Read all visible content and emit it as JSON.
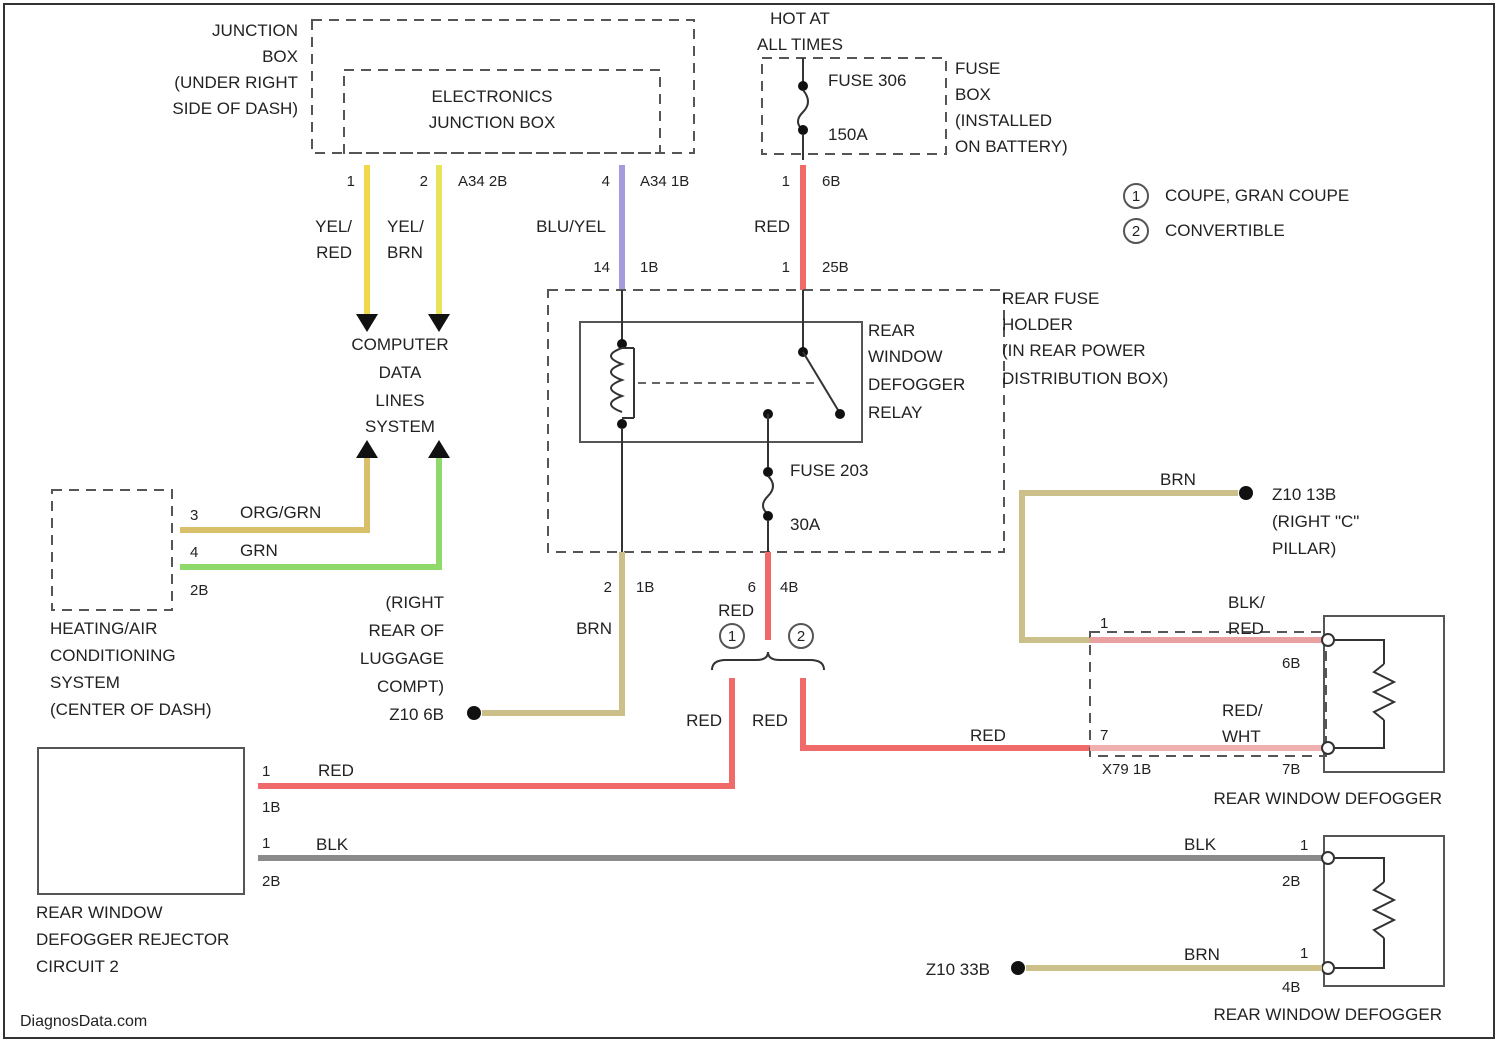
{
  "colors": {
    "yel_red": "#f0d84a",
    "yel_brn": "#e8e45a",
    "blu_yel": "#a49adc",
    "red": "#f06a6a",
    "org_grn": "#d9bf6a",
    "grn": "#8ed96a",
    "brn": "#cbbf8a",
    "blk": "#8a8a8a",
    "blk_red": "#e8a0a0",
    "red_wht": "#f0b0b0"
  },
  "labels": {
    "junction_box": [
      "JUNCTION",
      "BOX",
      "(UNDER RIGHT",
      "SIDE OF DASH)"
    ],
    "ejb": [
      "ELECTRONICS",
      "JUNCTION BOX"
    ],
    "hot_at": [
      "HOT AT",
      "ALL TIMES"
    ],
    "fuse_box": [
      "FUSE",
      "BOX",
      "(INSTALLED",
      "ON BATTERY)"
    ],
    "fuse_306": "FUSE 306",
    "fuse_306_amp": "150A",
    "legend_1_num": "1",
    "legend_1": "COUPE, GRAN COUPE",
    "legend_2_num": "2",
    "legend_2": "CONVERTIBLE",
    "rear_fuse_holder": [
      "REAR FUSE",
      "HOLDER",
      "(IN REAR POWER",
      "DISTRIBUTION BOX)"
    ],
    "relay": [
      "REAR",
      "WINDOW",
      "DEFOGGER",
      "RELAY"
    ],
    "fuse_203": "FUSE 203",
    "fuse_203_amp": "30A",
    "cdl": [
      "COMPUTER",
      "DATA",
      "LINES",
      "SYSTEM"
    ],
    "hvac": [
      "HEATING/AIR",
      "CONDITIONING",
      "SYSTEM",
      "(CENTER OF DASH)"
    ],
    "z10_6b_loc": [
      "(RIGHT",
      "REAR OF",
      "LUGGAGE",
      "COMPT)"
    ],
    "z10_6b": "Z10 6B",
    "z10_13b": "Z10 13B",
    "z10_13b_loc": [
      "(RIGHT \"C\"",
      "PILLAR)"
    ],
    "z10_33b": "Z10 33B",
    "defogger_top": "REAR WINDOW DEFOGGER",
    "defogger_bottom": "REAR WINDOW DEFOGGER",
    "rejector": [
      "REAR WINDOW",
      "DEFOGGER REJECTOR",
      "CIRCUIT 2"
    ],
    "x79": "X79 1B",
    "watermark": "DiagnosData.com"
  },
  "wires": {
    "yel_red": [
      "YEL/",
      "RED"
    ],
    "yel_brn": [
      "YEL/",
      "BRN"
    ],
    "blu_yel": "BLU/YEL",
    "red_top": "RED",
    "org_grn": "ORG/GRN",
    "grn": "GRN",
    "brn_relay": "BRN",
    "red_1": "RED",
    "red_left": "RED",
    "red_right": "RED",
    "red_mid": "RED",
    "red_rejector": "RED",
    "blk_left": "BLK",
    "blk_right": "BLK",
    "brn_z13": "BRN",
    "blk_red": [
      "BLK/",
      "RED"
    ],
    "red_wht": [
      "RED/",
      "WHT"
    ],
    "brn_z33": "BRN"
  },
  "pins": {
    "ejb_1": "1",
    "ejb_2": "2",
    "a34_2b": "A34 2B",
    "ejb_4": "4",
    "a34_1b": "A34 1B",
    "fb_1": "1",
    "fb_6b": "6B",
    "rfh_14": "14",
    "rfh_1b": "1B",
    "rfh_1": "1",
    "rfh_25b": "25B",
    "hvac_3": "3",
    "hvac_4": "4",
    "hvac_2b": "2B",
    "rfh_2": "2",
    "rfh_1b_low": "1B",
    "rfh_6": "6",
    "rfh_4b": "4B",
    "def_1a": "1",
    "def_6b": "6B",
    "def_7a": "7",
    "def_7b": "7B",
    "rej_1": "1",
    "rej_1b": "1B",
    "rej_1c": "1",
    "rej_2b": "2B",
    "def2_1": "1",
    "def2_2b": "2B",
    "def2_1b": "1",
    "def2_4b": "4B"
  }
}
